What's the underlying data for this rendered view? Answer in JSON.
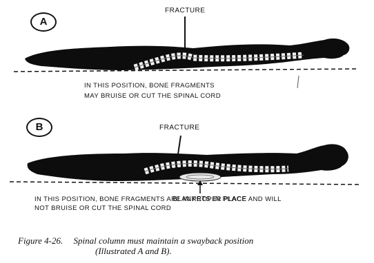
{
  "panel_a": {
    "label": "A",
    "fracture": "FRACTURE",
    "caption_line1": "IN THIS POSITION, BONE FRAGMENTS",
    "caption_line2": "MAY BRUISE OR CUT THE SPINAL CORD"
  },
  "panel_b": {
    "label": "B",
    "fracture": "FRACTURE",
    "blankets": "BLANKETS IN PLACE",
    "caption_line1": "IN THIS POSITION, BONE FRAGMENTS ARE IN PROPER PLACE AND WILL",
    "caption_line2": "NOT BRUISE OR CUT THE SPINAL CORD"
  },
  "figure": {
    "number": "Figure 4-26.",
    "text_line1": "Spinal column must maintain a swayback position",
    "text_line2": "(Illustrated A and B)."
  }
}
